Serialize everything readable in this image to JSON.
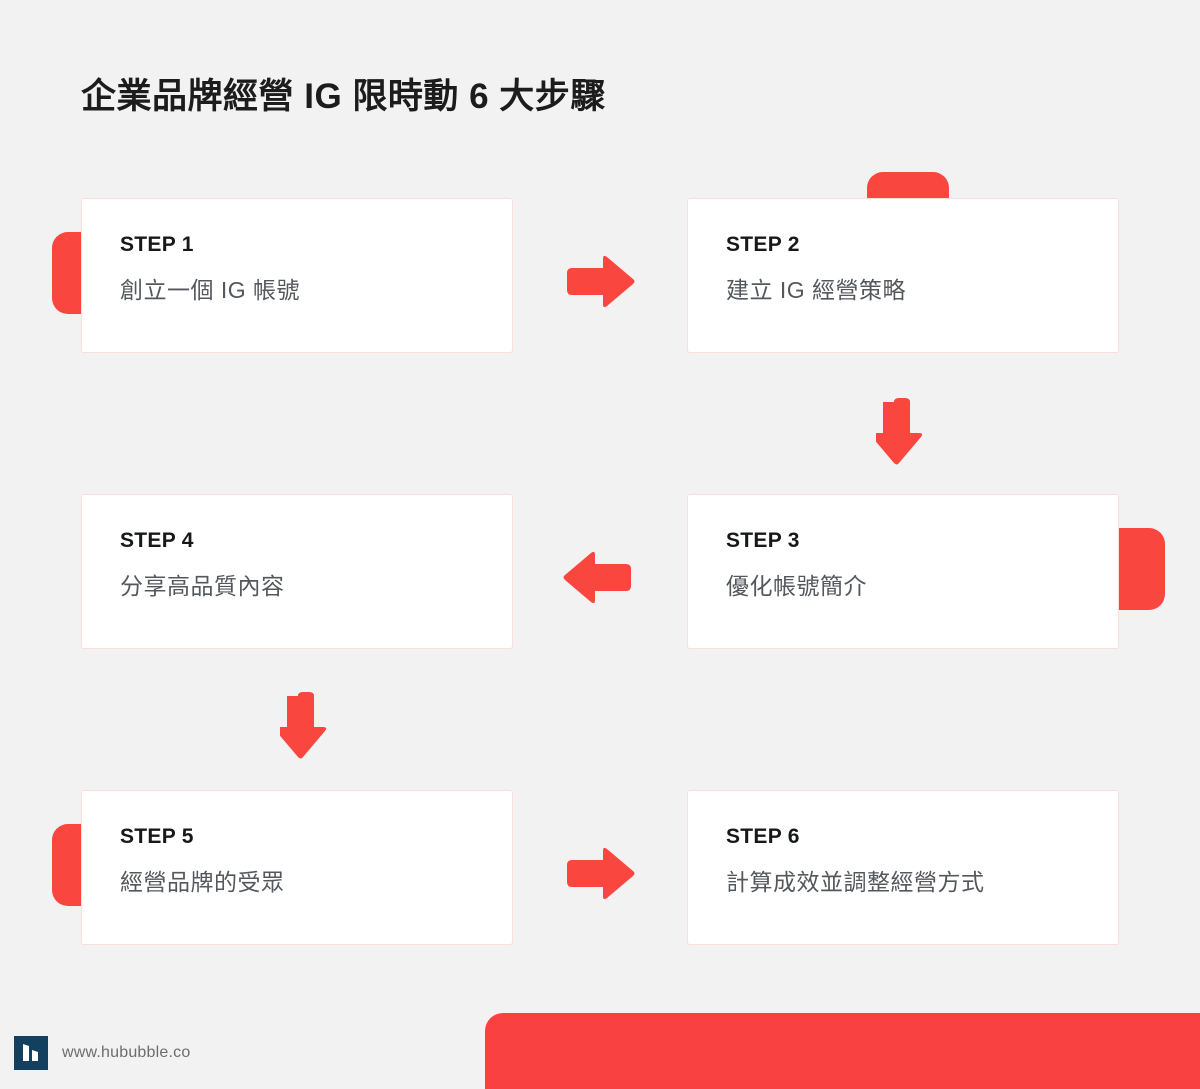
{
  "page": {
    "title": "企業品牌經營 IG 限時動 6 大步驟",
    "background_color": "#f2f2f2",
    "accent_color": "#f9463f",
    "card_border_color": "#fadede",
    "card_background": "#ffffff",
    "title_color": "#1c1c1c",
    "step_label_color": "#16181a",
    "step_desc_color": "#54585c"
  },
  "steps": [
    {
      "label": "STEP 1",
      "description": "創立一個 IG 帳號",
      "tab": "left"
    },
    {
      "label": "STEP 2",
      "description": "建立 IG 經營策略",
      "tab": "top"
    },
    {
      "label": "STEP 3",
      "description": "優化帳號簡介",
      "tab": "right"
    },
    {
      "label": "STEP 4",
      "description": "分享高品質內容",
      "tab": "none"
    },
    {
      "label": "STEP 5",
      "description": "經營品牌的受眾",
      "tab": "left"
    },
    {
      "label": "STEP 6",
      "description": "計算成效並調整經營方式",
      "tab": "none"
    }
  ],
  "arrows": [
    {
      "name": "arrow-step1-to-step2",
      "direction": "right",
      "color": "#f9463f"
    },
    {
      "name": "arrow-step2-to-step3",
      "direction": "down",
      "color": "#f9463f"
    },
    {
      "name": "arrow-step3-to-step4",
      "direction": "left",
      "color": "#f9463f"
    },
    {
      "name": "arrow-step4-to-step5",
      "direction": "down",
      "color": "#f9463f"
    },
    {
      "name": "arrow-step5-to-step6",
      "direction": "right",
      "color": "#f9463f"
    }
  ],
  "footer": {
    "url": "www.hububble.co",
    "logo_icon": "hububble-logo-icon",
    "logo_color": "#13405f",
    "url_color": "#6d6d6d"
  },
  "decoration": {
    "bottom_block_color": "#fa4141"
  }
}
